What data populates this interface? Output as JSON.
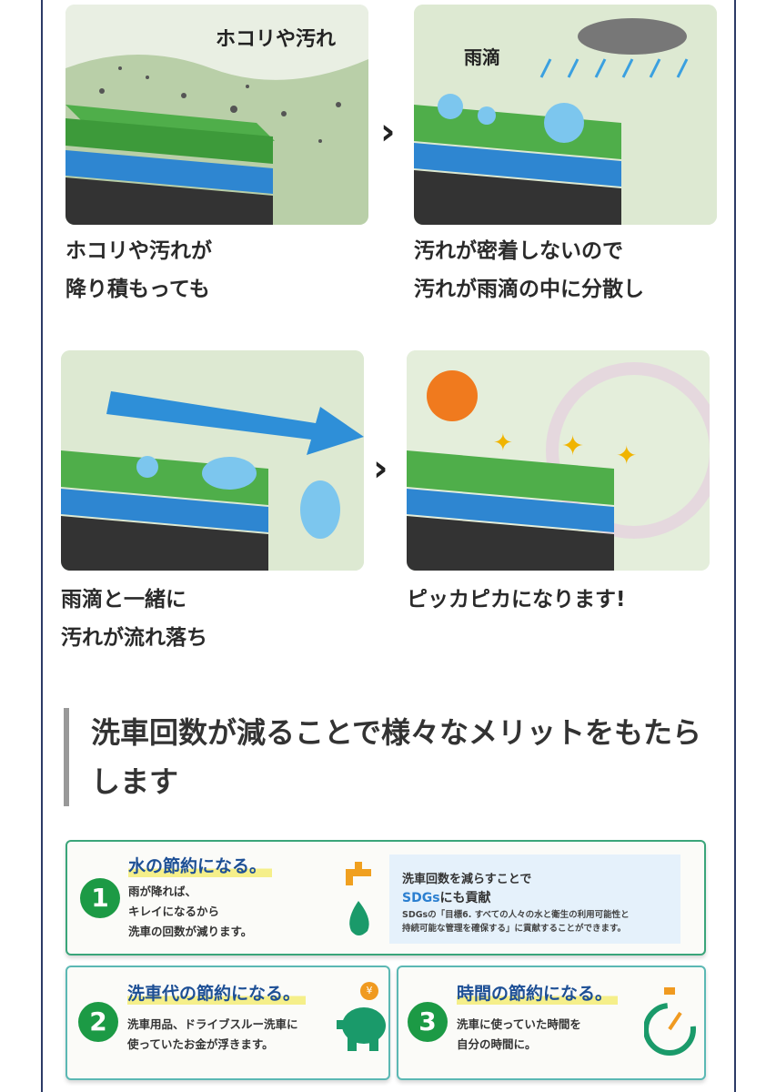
{
  "steps": [
    {
      "label": "ホコリや汚れ",
      "caption": [
        "ホコリや汚れが",
        "降り積もっても"
      ]
    },
    {
      "label": "雨滴",
      "caption": [
        "汚れが密着しないので",
        "汚れが雨滴の中に分散し"
      ]
    },
    {
      "caption": [
        "雨滴と一緒に",
        "汚れが流れ落ち"
      ]
    },
    {
      "caption": [
        "ピッカピカになります!"
      ]
    }
  ],
  "arrow": "›",
  "heading": "洗車回数が減ることで様々なメリットをもたらします",
  "cards": [
    {
      "number": "1",
      "title": "水の節約になる。",
      "text": [
        "雨が降れば、",
        "キレイになるから",
        "洗車の回数が減ります。"
      ],
      "sdg": {
        "line1": "洗車回数を減らすことで",
        "line2a": "SDGs",
        "line2b": "にも貢献",
        "detail": [
          "SDGsの「目標6. すべての人々の水と衛生の利用可能性と",
          "持続可能な管理を確保する」に貢献することができます。"
        ]
      }
    },
    {
      "number": "2",
      "title": "洗車代の節約になる。",
      "text": [
        "洗車用品、ドライブスルー洗車に",
        "使っていたお金が浮きます。"
      ],
      "coin": "¥"
    },
    {
      "number": "3",
      "title": "時間の節約になる。",
      "text": [
        "洗車に使っていた時間を",
        "自分の時間に。"
      ]
    }
  ]
}
